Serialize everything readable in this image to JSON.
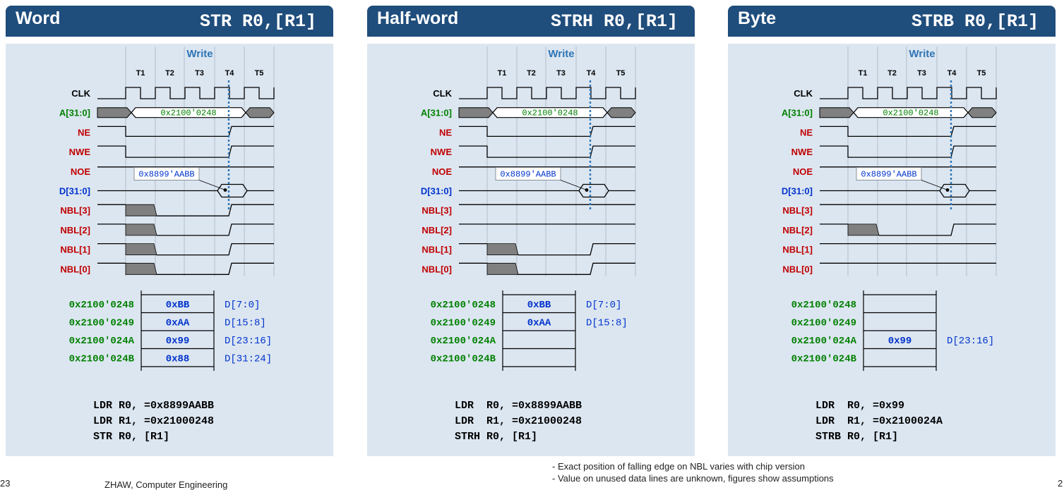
{
  "footer": {
    "page_left": "23",
    "course": "ZHAW, Computer Engineering",
    "note1": "- Exact position of falling edge on NBL varies with chip version",
    "note2": "- Value on unused data lines are unknown, figures show assumptions",
    "page_right": "2"
  },
  "colors": {
    "header": "#1f4d7c",
    "panel": "#dce6f1",
    "address": "#008000",
    "data": "#0033cc",
    "control": "#c00000",
    "marker": "#2e75b6"
  },
  "common": {
    "write_label": "Write",
    "periods": [
      "T1",
      "T2",
      "T3",
      "T4",
      "T5"
    ],
    "signals": [
      "CLK",
      "A[31:0]",
      "NE",
      "NWE",
      "NOE",
      "D[31:0]",
      "NBL[3]",
      "NBL[2]",
      "NBL[1]",
      "NBL[0]"
    ],
    "address_value": "0x2100'0248",
    "addresses": [
      "0x2100'0248",
      "0x2100'0249",
      "0x2100'024A",
      "0x2100'024B"
    ]
  },
  "panels": [
    {
      "title": "Word",
      "instr": "STR R0,[R1]",
      "data_value": "0x8899'AABB",
      "nbl_active": [
        true,
        true,
        true,
        true
      ],
      "cells": [
        "0xBB",
        "0xAA",
        "0x99",
        "0x88"
      ],
      "lanes": [
        "D[7:0]",
        "D[15:8]",
        "D[23:16]",
        "D[31:24]"
      ],
      "code": [
        "LDR R0, =0x8899AABB",
        "LDR R1, =0x21000248",
        "STR R0, [R1]"
      ]
    },
    {
      "title": "Half-word",
      "instr": "STRH R0,[R1]",
      "data_value": "0x8899'AABB",
      "nbl_active": [
        false,
        false,
        true,
        true
      ],
      "cells": [
        "0xBB",
        "0xAA",
        "",
        ""
      ],
      "lanes": [
        "D[7:0]",
        "D[15:8]",
        "",
        ""
      ],
      "code": [
        "LDR  R0, =0x8899AABB",
        "LDR  R1, =0x21000248",
        "STRH R0, [R1]"
      ]
    },
    {
      "title": "Byte",
      "instr": "STRB R0,[R1]",
      "data_value": "0x8899'AABB",
      "nbl_active": [
        false,
        true,
        false,
        false
      ],
      "cells": [
        "",
        "",
        "0x99",
        ""
      ],
      "lanes": [
        "",
        "",
        "D[23:16]",
        ""
      ],
      "code": [
        "LDR  R0, =0x99",
        "LDR  R1, =0x2100024A",
        "STRB R0, [R1]"
      ]
    }
  ]
}
